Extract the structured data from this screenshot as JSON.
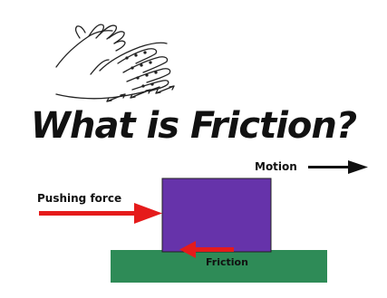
{
  "title": "What is Friction?",
  "labels": {
    "motion": "Motion",
    "pushing_force": "Pushing force",
    "friction": "Friction"
  },
  "icons": {
    "hands": "rubbing-hands-icon"
  },
  "colors": {
    "block": "#6633aa",
    "ground": "#2e8b57",
    "arrow_red": "#e51b1b",
    "arrow_black": "#111111",
    "text": "#111111"
  }
}
